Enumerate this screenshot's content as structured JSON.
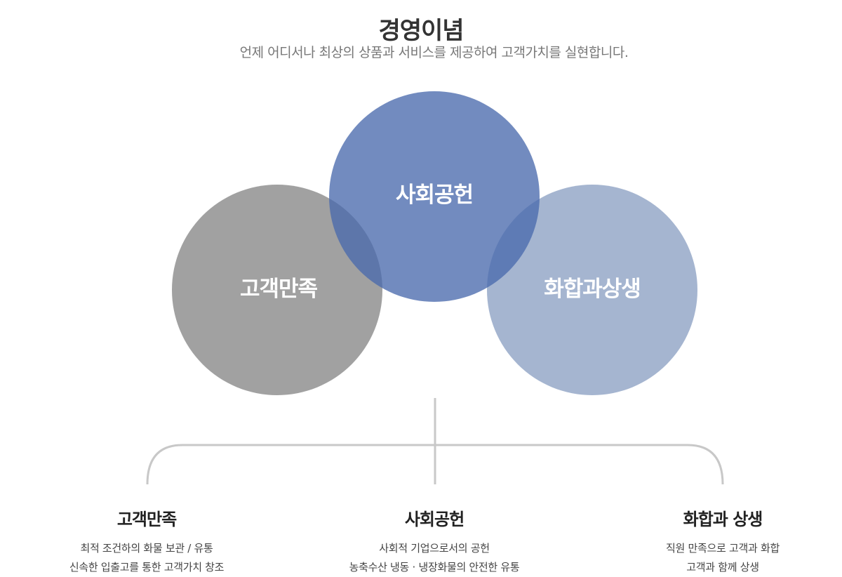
{
  "header": {
    "title": "경영이념",
    "subtitle": "언제 어디서나 최상의 상품과 서비스를 제공하여 고객가치를 실현합니다."
  },
  "diagram": {
    "circles": {
      "left": {
        "label": "고객만족",
        "color": "#8c8c8c"
      },
      "center": {
        "label": "사회공헌",
        "color": "#4a6aad"
      },
      "right": {
        "label": "화합과상생",
        "color": "#8fa2c4"
      }
    },
    "connector_color": "#c8c8c8"
  },
  "columns": {
    "left": {
      "title": "고객만족",
      "line1": "최적 조건하의 화물 보관 / 유통",
      "line2": "신속한 입출고를 통한 고객가치 창조"
    },
    "center": {
      "title": "사회공헌",
      "line1": "사회적 기업으로서의 공헌",
      "line2": "농축수산 냉동 · 냉장화물의 안전한 유통"
    },
    "right": {
      "title": "화합과 상생",
      "line1": "직원 만족으로 고객과 화합",
      "line2": "고객과 함께 상생"
    }
  }
}
